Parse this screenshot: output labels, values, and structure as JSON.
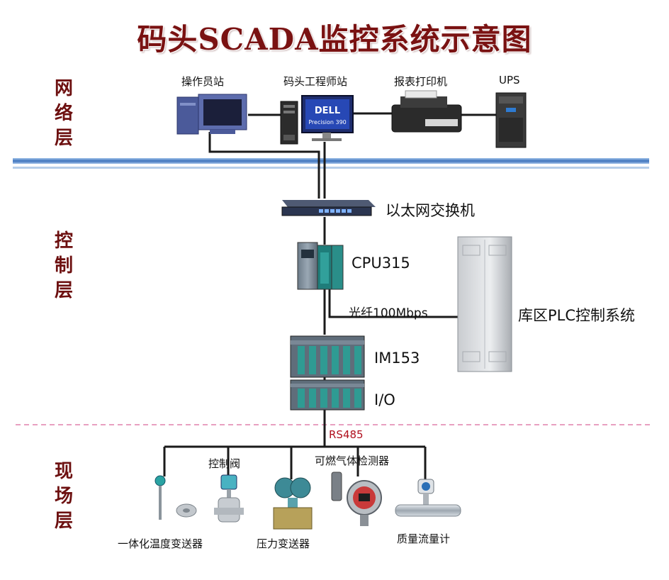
{
  "title": "码头SCADA监控系统示意图",
  "layers": {
    "network": [
      "网",
      "络",
      "层"
    ],
    "control": [
      "控",
      "制",
      "层"
    ],
    "field": [
      "现",
      "场",
      "层"
    ]
  },
  "network_devices": {
    "operator_station": "操作员站",
    "engineer_station": "码头工程师站",
    "report_printer": "报表打印机",
    "ups": "UPS",
    "monitor_brand": "DELL",
    "monitor_model": "Precision 390"
  },
  "control_devices": {
    "switch": "以太网交换机",
    "cpu": "CPU315",
    "fiber_link": "光纤100Mbps",
    "warehouse_plc": "库区PLC控制系统",
    "im153": "IM153",
    "io": "I/O"
  },
  "field_devices": {
    "bus": "RS485",
    "control_valve": "控制阀",
    "gas_detector": "可燃气体检测器",
    "temp_transmitter": "一体化温度变送器",
    "pressure_transmitter": "压力变送器",
    "mass_flowmeter": "质量流量计"
  },
  "colors": {
    "title": "#7a1212",
    "layer_label": "#6d1010",
    "network_bus": "#4a7fc0",
    "field_separator": "#e8a0c0"
  }
}
